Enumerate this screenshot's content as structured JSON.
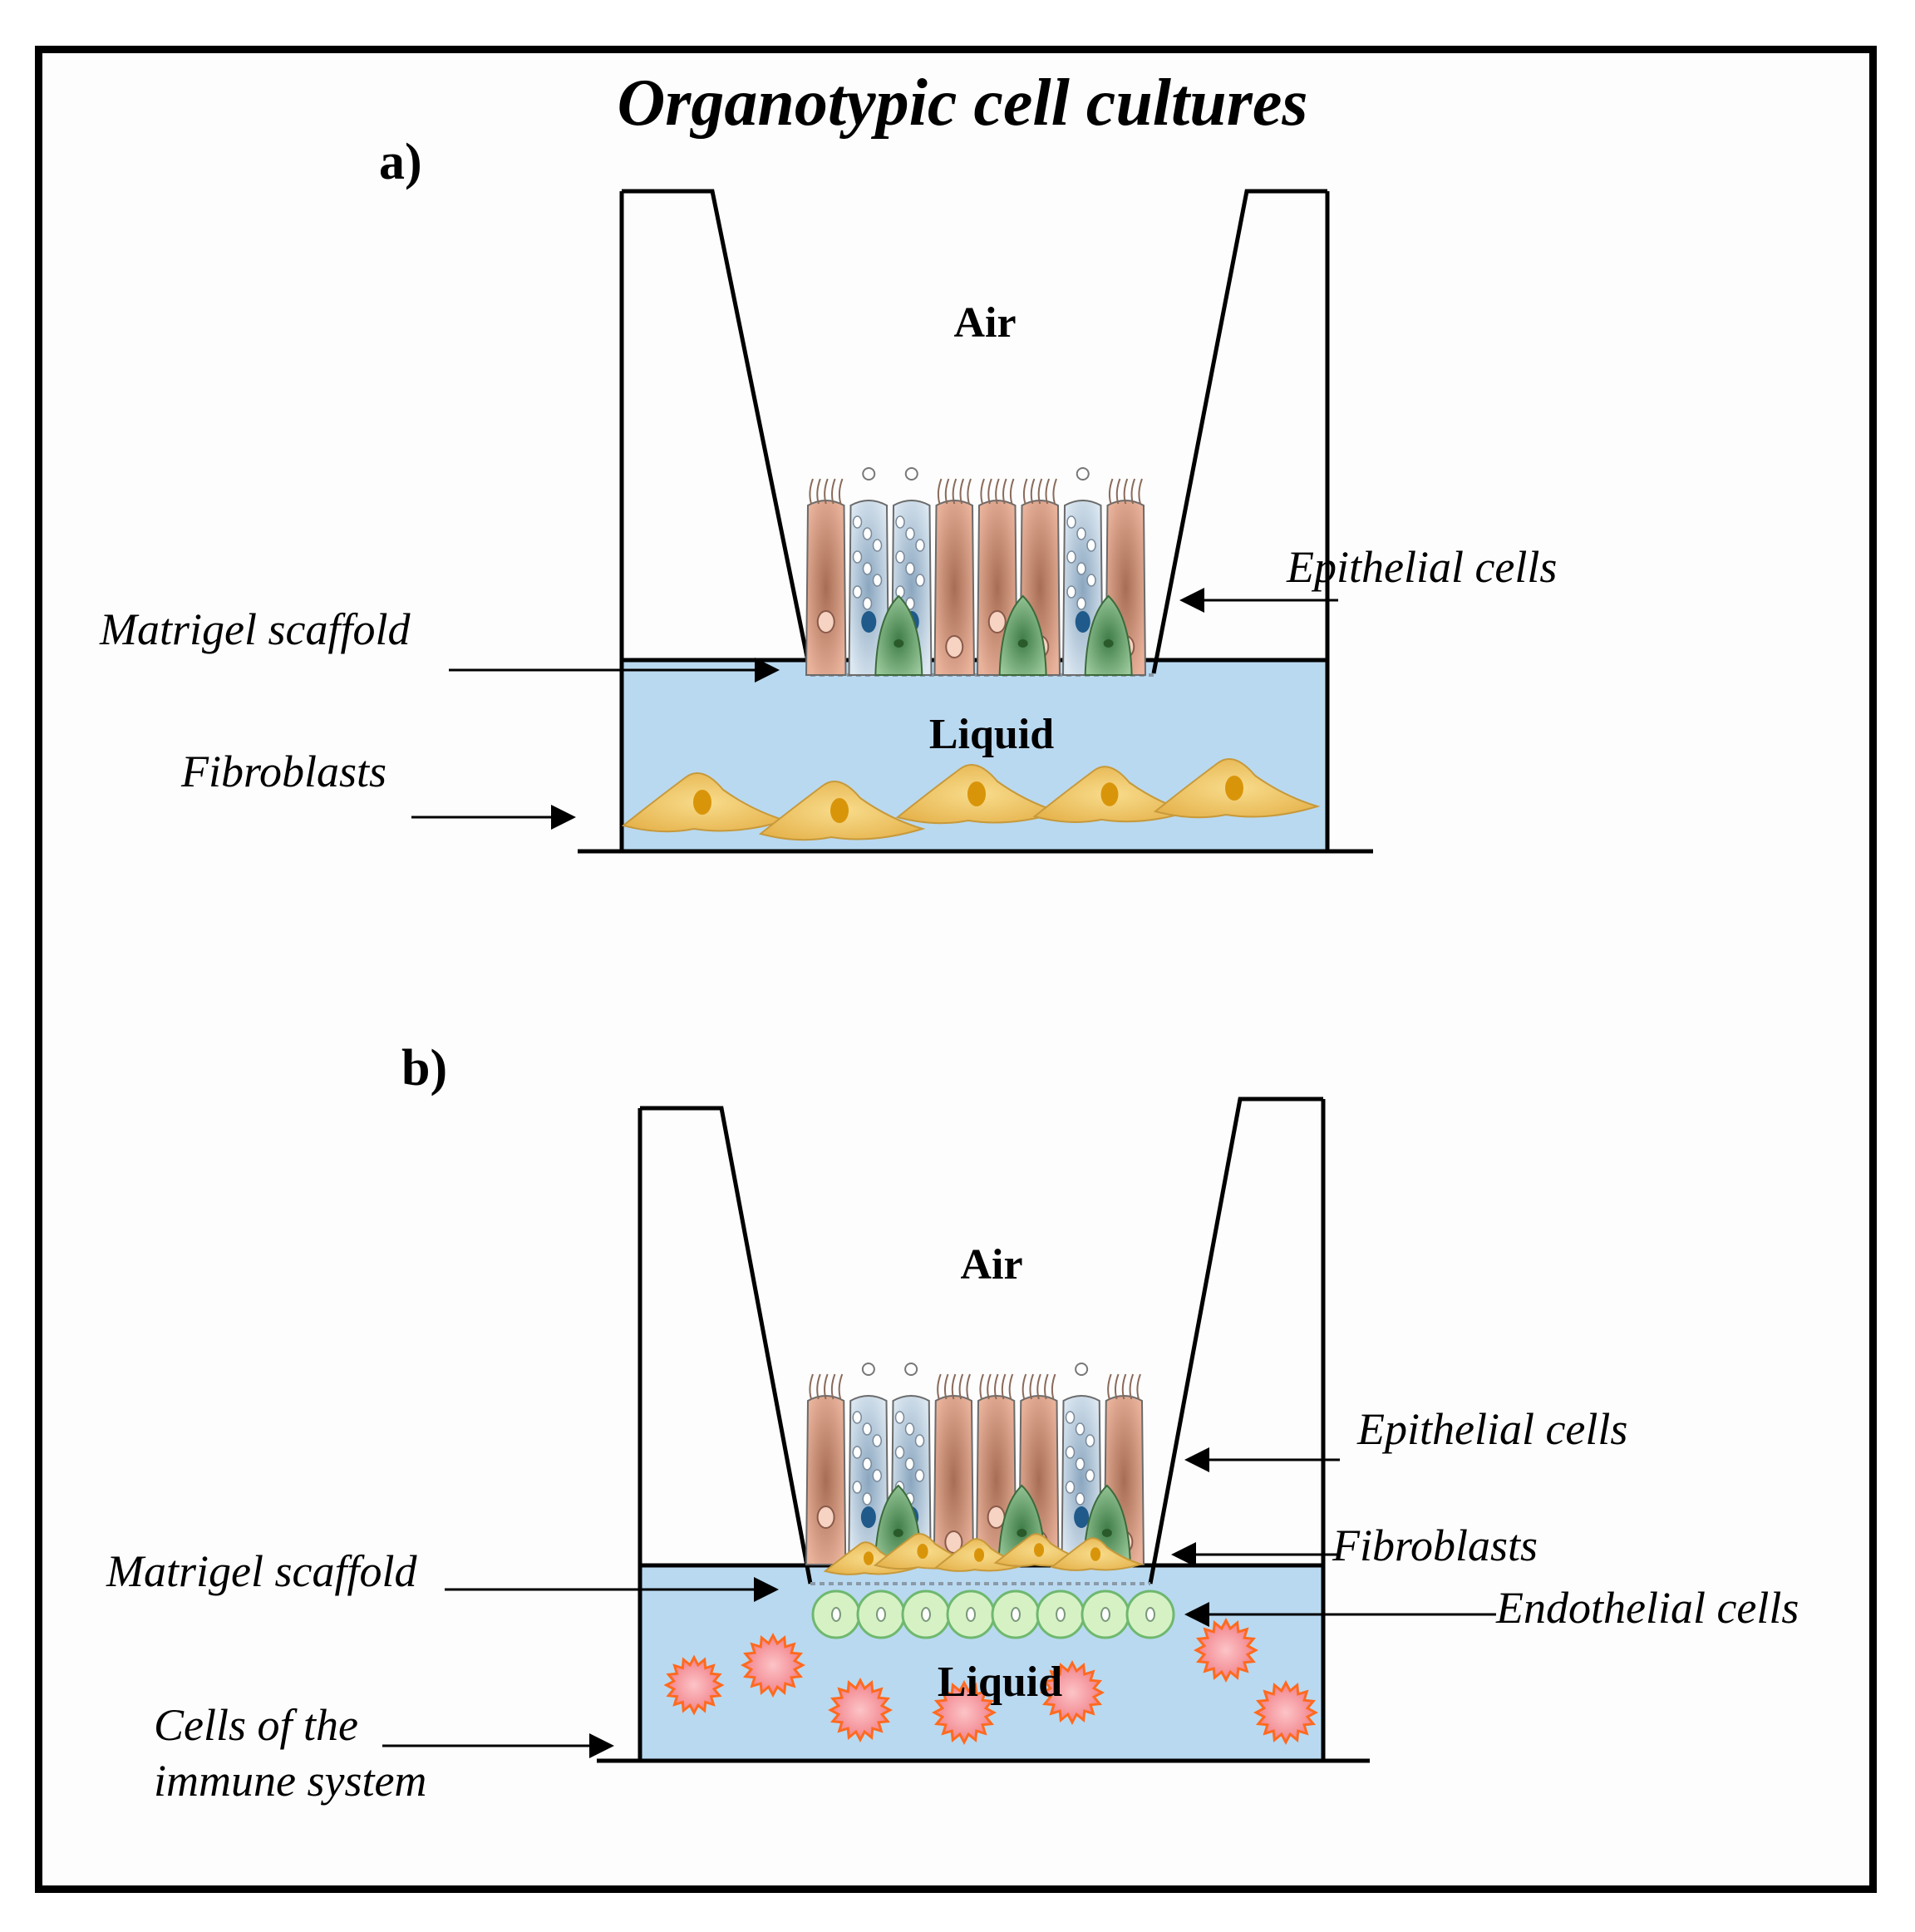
{
  "title": "Organotypic cell cultures",
  "panel_a": {
    "label": "a)",
    "air": "Air",
    "liquid": "Liquid",
    "labels": {
      "epithelial": "Epithelial cells",
      "matrigel": "Matrigel scaffold",
      "fibroblasts": "Fibroblasts"
    }
  },
  "panel_b": {
    "label": "b)",
    "air": "Air",
    "liquid": "Liquid",
    "labels": {
      "epithelial": "Epithelial cells",
      "fibroblasts": "Fibroblasts",
      "matrigel": "Matrigel scaffold",
      "endothelial": "Endothelial cells",
      "immune_line1": "Cells of the",
      "immune_line2": "immune system"
    }
  },
  "colors": {
    "liquid": "#b9d9f0",
    "fibroblast": "#f2c96a",
    "fibroblast_nucleus": "#d9950a",
    "epithelial_ciliated": "#dba28a",
    "epithelial_goblet": "#c3d6e6",
    "basal_cell": "#6ea86e",
    "endothelial": "#d6f2c4",
    "immune": "#f5a3a8",
    "immune_edge": "#ff6a1f"
  }
}
